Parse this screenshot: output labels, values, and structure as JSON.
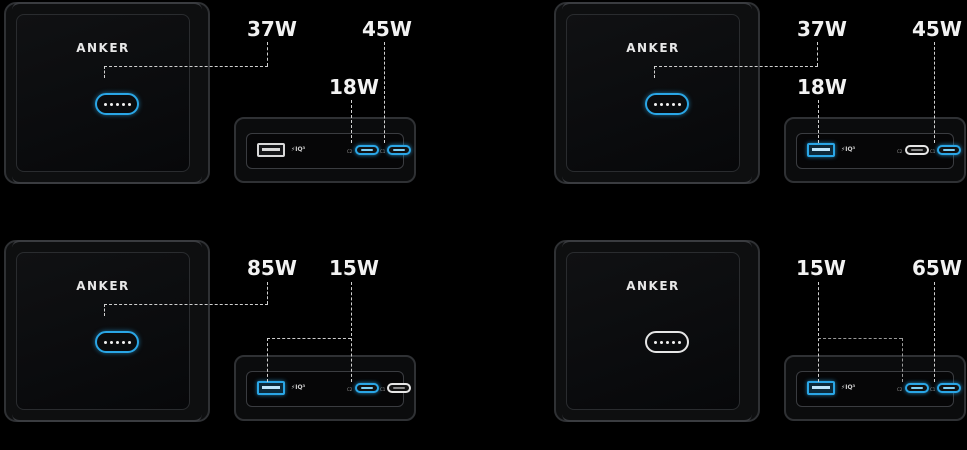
{
  "brand": "ANKER",
  "port_labels": {
    "iq": "⚡IQ³",
    "c2": "C2",
    "c1": "C1"
  },
  "panels": [
    {
      "id": "top-left",
      "led": "blue",
      "usba": "off",
      "c2": "blue",
      "c1": "blue",
      "labels": [
        "37W",
        "18W",
        "45W"
      ]
    },
    {
      "id": "top-right",
      "led": "blue",
      "usba": "blue",
      "c2": "white",
      "c1": "blue",
      "labels": [
        "37W",
        "18W",
        "45W"
      ]
    },
    {
      "id": "bottom-left",
      "led": "blue",
      "usba": "blue",
      "c2": "blue",
      "c1": "white",
      "labels": [
        "85W",
        "15W"
      ]
    },
    {
      "id": "bottom-right",
      "led": "off",
      "usba": "blue",
      "c2": "blue",
      "c1": "blue",
      "labels": [
        "15W",
        "65W"
      ]
    }
  ],
  "colors": {
    "accent": "#2aa6e6",
    "background": "#000000"
  }
}
